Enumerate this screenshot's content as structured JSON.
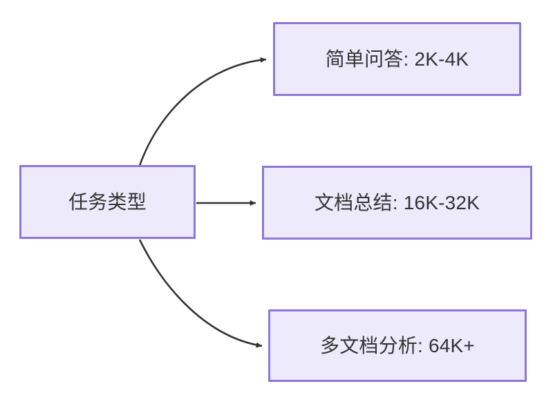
{
  "diagram": {
    "type": "flowchart",
    "direction": "left-to-right",
    "background_color": "#ffffff",
    "node_fill_color": "#ECEAFB",
    "node_border_color": "#8C77D9",
    "node_text_color": "#333333",
    "edge_color": "#333333",
    "nodes": [
      {
        "id": "root",
        "label": "任务类型",
        "role": "source"
      },
      {
        "id": "simple-qa",
        "label": "简单问答: 2K-4K",
        "role": "target"
      },
      {
        "id": "doc-sum",
        "label": "文档总结: 16K-32K",
        "role": "target"
      },
      {
        "id": "multidoc",
        "label": "多文档分析: 64K+",
        "role": "target"
      }
    ],
    "edges": [
      {
        "id": "edge-root-simple-qa",
        "from": "root",
        "to": "simple-qa",
        "label": "",
        "shape": "curved",
        "arrowhead": "triangle"
      },
      {
        "id": "edge-root-doc-sum",
        "from": "root",
        "to": "doc-sum",
        "label": "",
        "shape": "straight",
        "arrowhead": "triangle"
      },
      {
        "id": "edge-root-multidoc",
        "from": "root",
        "to": "multidoc",
        "label": "",
        "shape": "curved",
        "arrowhead": "triangle"
      }
    ]
  }
}
